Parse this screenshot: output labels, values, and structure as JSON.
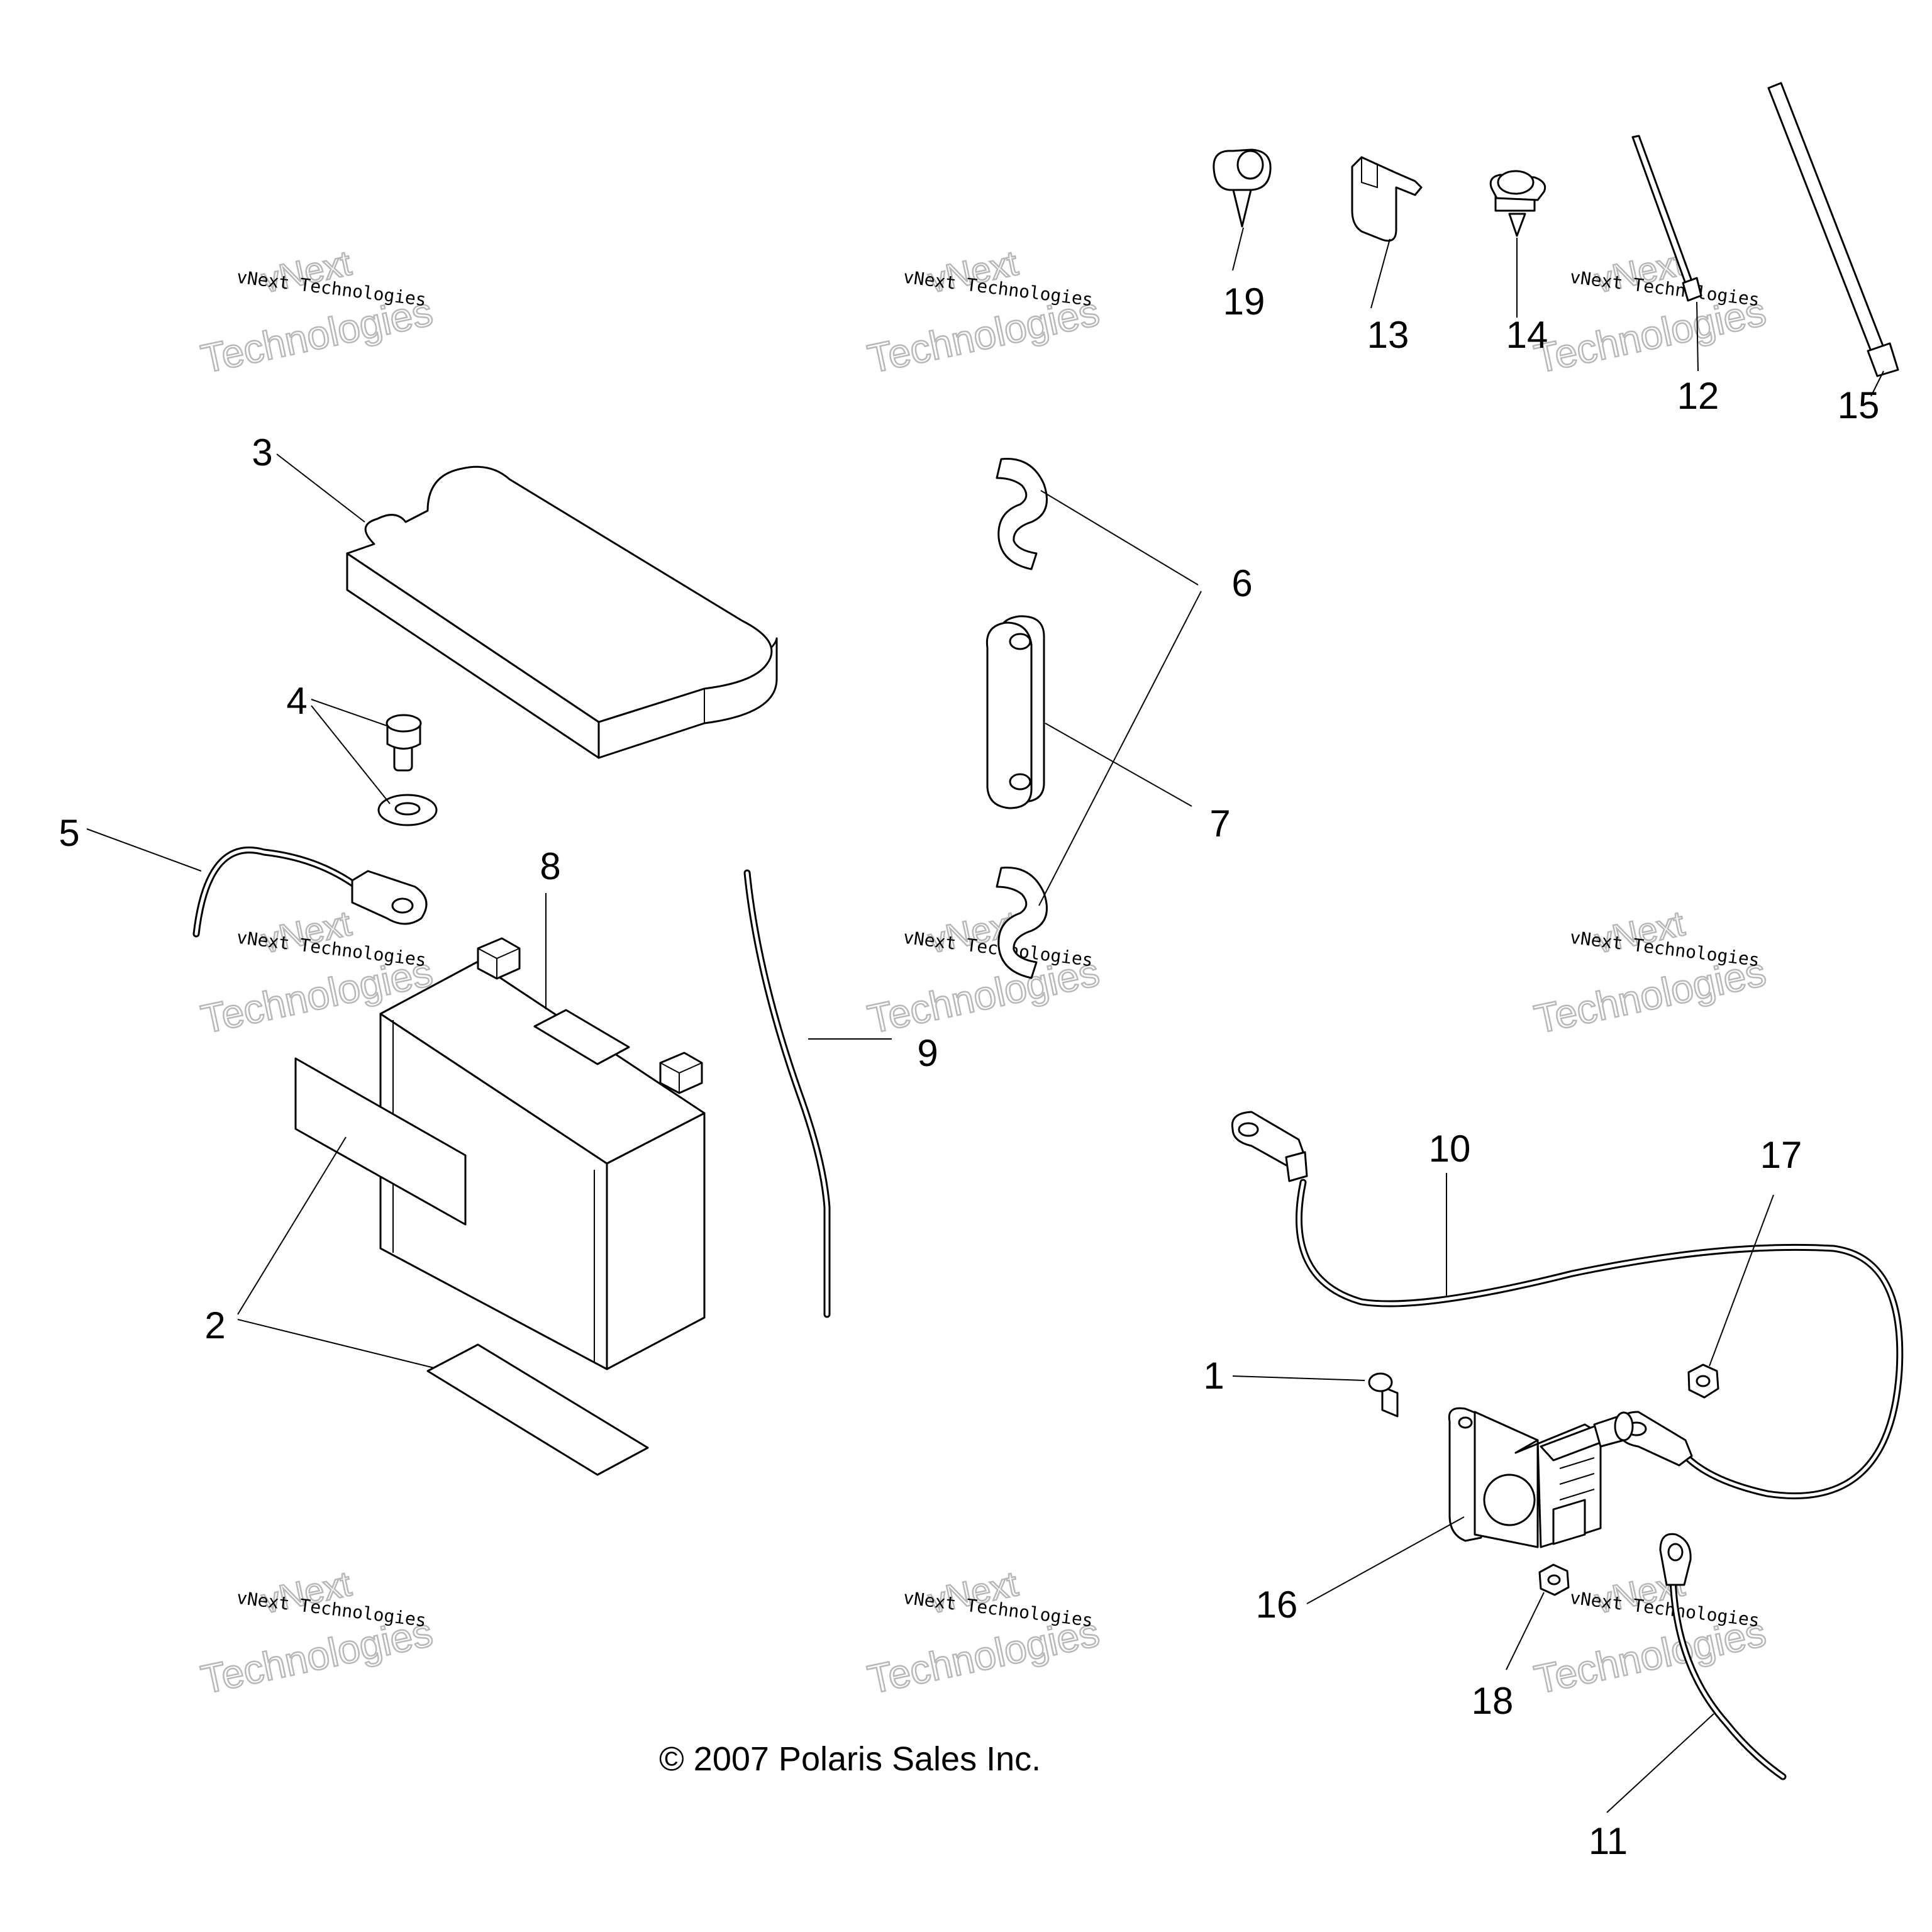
{
  "diagram": {
    "copyright": "© 2007 Polaris Sales Inc.",
    "watermark": {
      "small": "vNext Technologies",
      "big_line1": "vNext",
      "big_line2": "Technologies",
      "color": "#b8b8b8"
    },
    "callouts": [
      "1",
      "2",
      "3",
      "4",
      "5",
      "6",
      "7",
      "8",
      "9",
      "10",
      "11",
      "12",
      "13",
      "14",
      "15",
      "16",
      "17",
      "18",
      "19"
    ]
  }
}
